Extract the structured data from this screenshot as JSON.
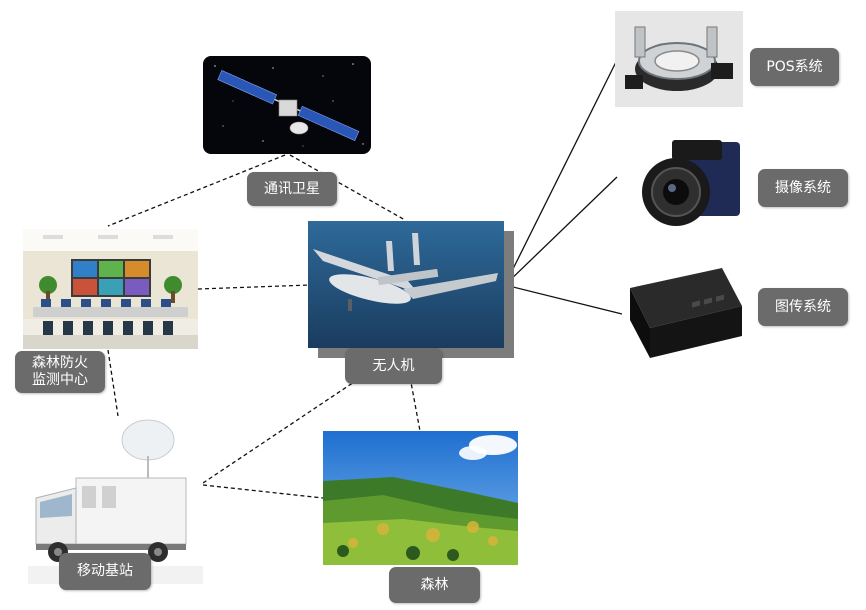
{
  "nodes": {
    "satellite": {
      "label": "通讯卫星",
      "icon": "satellite-icon"
    },
    "uav": {
      "label": "无人机",
      "icon": "uav-icon"
    },
    "control_center": {
      "label": "森林防火\n监测中心",
      "icon": "control-room-icon"
    },
    "mobile_station": {
      "label": "移动基站",
      "icon": "truck-icon"
    },
    "forest": {
      "label": "森林",
      "icon": "forest-icon"
    },
    "pos_system": {
      "label": "POS系统",
      "icon": "gimbal-icon"
    },
    "camera_system": {
      "label": "摄像系统",
      "icon": "camera-icon"
    },
    "image_transmission": {
      "label": "图传系统",
      "icon": "transmitter-box-icon"
    }
  },
  "colors": {
    "label_bg": "#6b6b6b",
    "label_text": "#ffffff",
    "line": "#111111"
  },
  "connections": [
    {
      "from": "satellite",
      "to": "control_center",
      "style": "dashed"
    },
    {
      "from": "satellite",
      "to": "uav",
      "style": "dashed"
    },
    {
      "from": "control_center",
      "to": "uav",
      "style": "dashed"
    },
    {
      "from": "control_center",
      "to": "mobile_station",
      "style": "dashed"
    },
    {
      "from": "mobile_station",
      "to": "uav",
      "style": "dashed"
    },
    {
      "from": "mobile_station",
      "to": "forest",
      "style": "dashed"
    },
    {
      "from": "uav",
      "to": "forest",
      "style": "dashed"
    },
    {
      "from": "uav",
      "to": "pos_system",
      "style": "solid"
    },
    {
      "from": "uav",
      "to": "camera_system",
      "style": "solid"
    },
    {
      "from": "uav",
      "to": "image_transmission",
      "style": "solid"
    }
  ]
}
